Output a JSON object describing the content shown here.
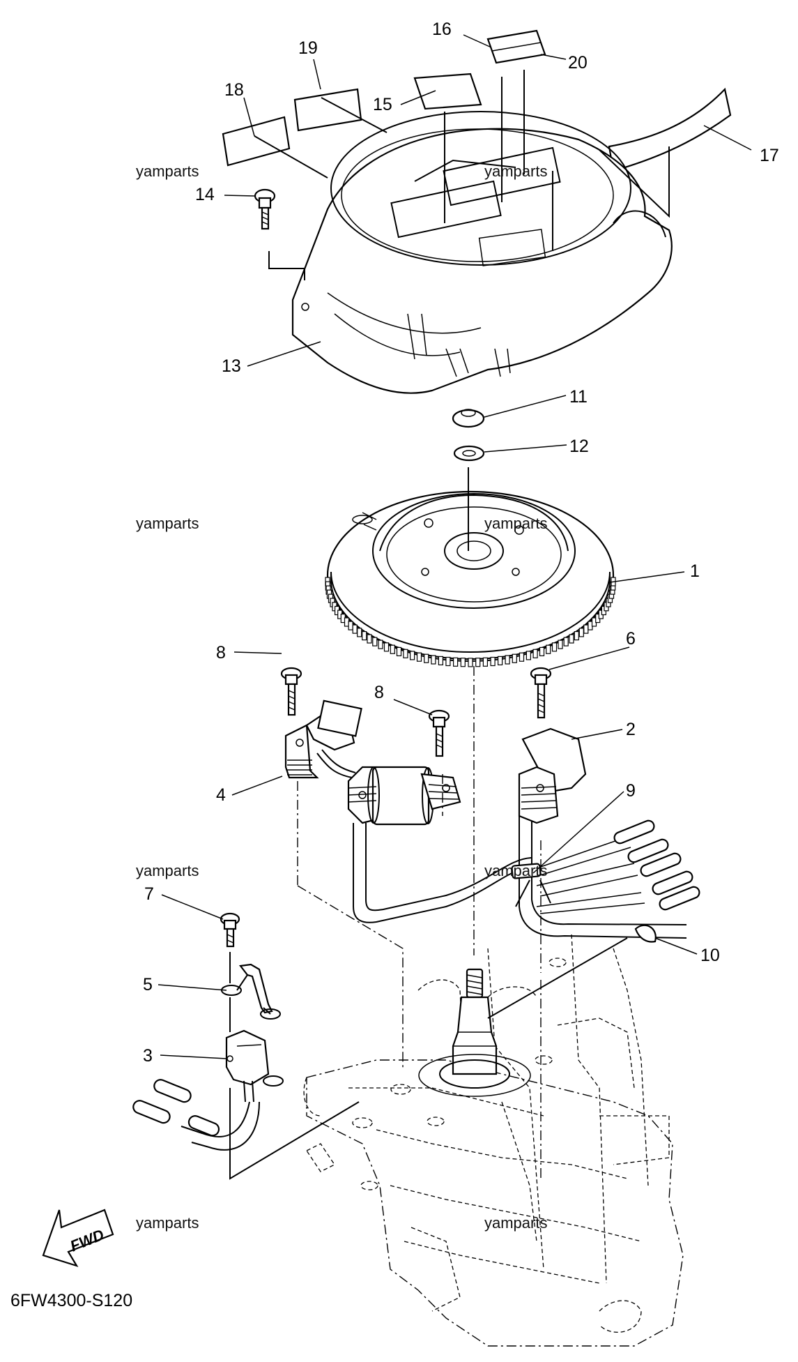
{
  "diagram": {
    "figure_code": "6FW4300-S120",
    "fwd_label": "FWD",
    "watermark": "yamparts",
    "callouts": [
      {
        "id": "c1",
        "text": "1"
      },
      {
        "id": "c2",
        "text": "2"
      },
      {
        "id": "c3",
        "text": "3"
      },
      {
        "id": "c4",
        "text": "4"
      },
      {
        "id": "c5",
        "text": "5"
      },
      {
        "id": "c6",
        "text": "6"
      },
      {
        "id": "c7",
        "text": "7"
      },
      {
        "id": "c8a",
        "text": "8"
      },
      {
        "id": "c8b",
        "text": "8"
      },
      {
        "id": "c9",
        "text": "9"
      },
      {
        "id": "c10",
        "text": "10"
      },
      {
        "id": "c11",
        "text": "11"
      },
      {
        "id": "c12",
        "text": "12"
      },
      {
        "id": "c13",
        "text": "13"
      },
      {
        "id": "c14",
        "text": "14"
      },
      {
        "id": "c15",
        "text": "15"
      },
      {
        "id": "c16",
        "text": "16"
      },
      {
        "id": "c17",
        "text": "17"
      },
      {
        "id": "c18",
        "text": "18"
      },
      {
        "id": "c19",
        "text": "19"
      },
      {
        "id": "c20",
        "text": "20"
      }
    ]
  }
}
